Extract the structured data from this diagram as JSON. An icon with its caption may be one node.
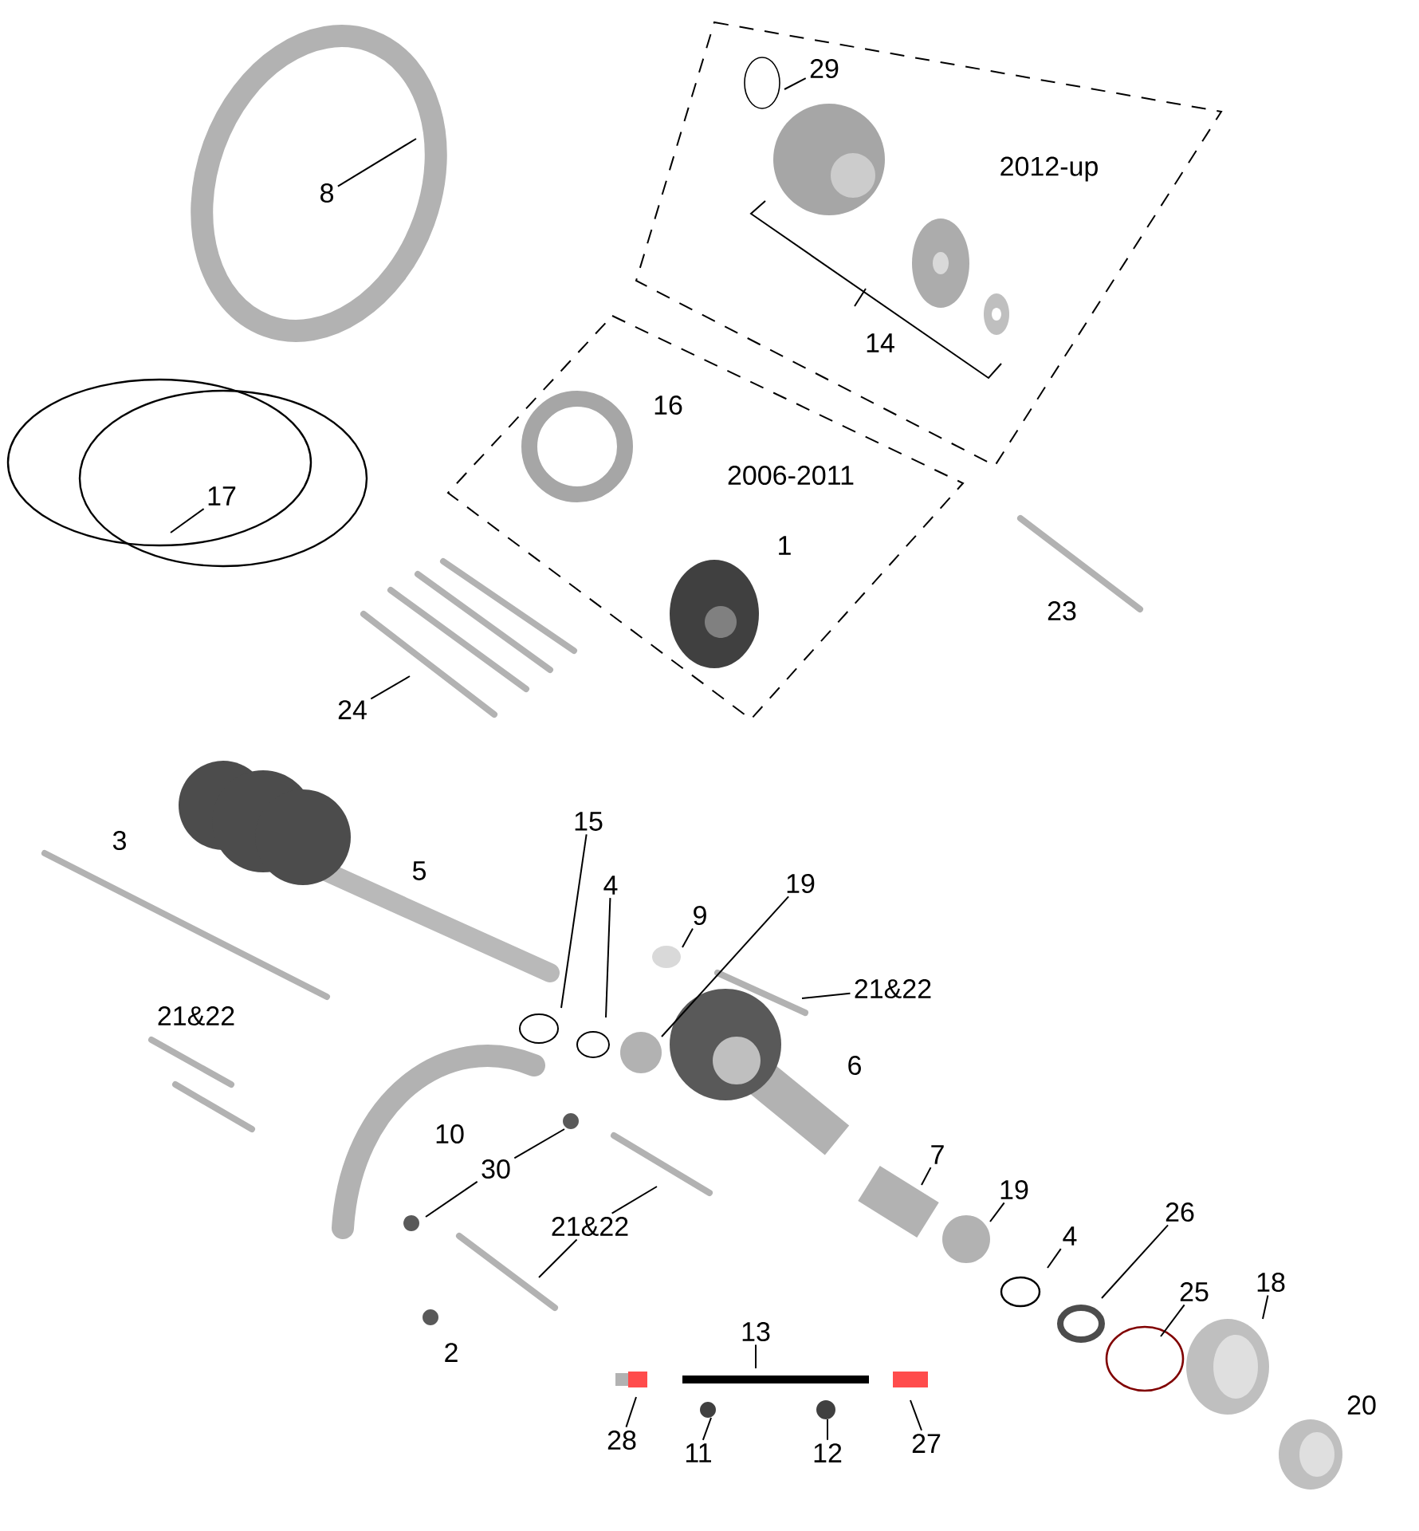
{
  "diagram": {
    "nodes": [
      {
        "text": [
          "2012-up"
        ]
      },
      {
        "text": [
          "2006-2011"
        ]
      },
      {
        "text": [
          "29"
        ],
        "in": 0
      },
      {
        "text": [
          "8"
        ]
      },
      {
        "text": [
          "17"
        ]
      },
      {
        "text": [
          "24"
        ]
      },
      {
        "text": [
          "15"
        ]
      },
      {
        "text": [
          "4"
        ]
      },
      {
        "text": [
          "9"
        ]
      },
      {
        "text": [
          "19"
        ]
      },
      {
        "text": [
          "21&22"
        ]
      },
      {
        "text": [
          "30"
        ]
      },
      {
        "text": [
          "21&22"
        ]
      },
      {
        "text": [
          "7"
        ]
      },
      {
        "text": [
          "19"
        ]
      },
      {
        "text": [
          "4"
        ]
      },
      {
        "text": [
          "26"
        ]
      },
      {
        "text": [
          "25"
        ]
      },
      {
        "text": [
          "18"
        ]
      },
      {
        "text": [
          "13"
        ]
      },
      {
        "text": [
          "28"
        ]
      },
      {
        "text": [
          "11"
        ]
      },
      {
        "text": [
          "12"
        ]
      },
      {
        "text": [
          "27"
        ]
      }
    ],
    "edges": [
      {
        "from": 2,
        "to": null,
        "arrow": "none"
      },
      {
        "from": 3,
        "to": null,
        "arrow": "none"
      },
      {
        "from": 4,
        "to": null,
        "arrow": "none"
      },
      {
        "from": 5,
        "to": null,
        "arrow": "none"
      },
      {
        "from": 6,
        "to": null,
        "arrow": "none"
      },
      {
        "from": 7,
        "to": null,
        "arrow": "none"
      },
      {
        "from": 8,
        "to": null,
        "arrow": "none"
      },
      {
        "from": 9,
        "to": null,
        "arrow": "none"
      },
      {
        "from": 10,
        "to": null,
        "arrow": "none"
      },
      {
        "from": 11,
        "to": null,
        "arrow": "none"
      },
      {
        "from": 11,
        "to": null,
        "arrow": "none"
      },
      {
        "from": 12,
        "to": null,
        "arrow": "none"
      },
      {
        "from": 12,
        "to": null,
        "arrow": "none"
      },
      {
        "from": 13,
        "to": null,
        "arrow": "none"
      },
      {
        "from": 14,
        "to": null,
        "arrow": "none"
      },
      {
        "from": 15,
        "to": null,
        "arrow": "none"
      },
      {
        "from": 16,
        "to": null,
        "arrow": "none"
      },
      {
        "from": 17,
        "to": null,
        "arrow": "none"
      },
      {
        "from": 18,
        "to": null,
        "arrow": "none"
      },
      {
        "from": 19,
        "to": null,
        "arrow": "none"
      },
      {
        "from": 20,
        "to": null,
        "arrow": "none"
      },
      {
        "from": 21,
        "to": null,
        "arrow": "none"
      },
      {
        "from": 22,
        "to": null,
        "arrow": "none"
      },
      {
        "from": 23,
        "to": null,
        "arrow": "none"
      }
    ],
    "labels": [
      "14",
      "16",
      "1",
      "23",
      "3",
      "5",
      "21&22",
      "6",
      "10",
      "2",
      "20"
    ]
  }
}
